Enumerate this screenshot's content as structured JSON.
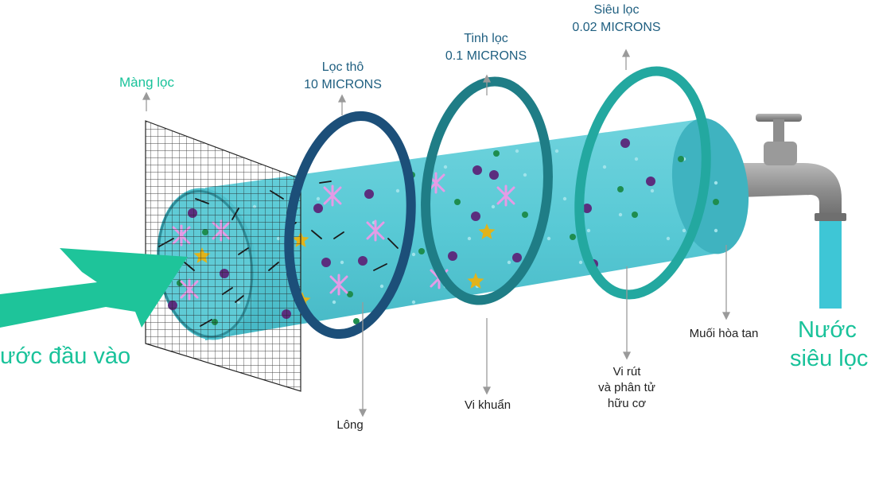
{
  "colors": {
    "tube": "#57c9d5",
    "tube_end": "#4ec1cd",
    "tube_shade": "#3fb3c0",
    "ring_coarse": "#1c4f79",
    "ring_fine": "#1f7d86",
    "ring_ultra": "#23a8a0",
    "arrow": "#1ec49a",
    "tap": "#8a8a8a",
    "water_out": "#3ec6d6",
    "purple_particle": "#5b2e7e",
    "green_particle": "#1e8d4f",
    "pink_particle": "#e59be6",
    "yellow_particle": "#e2b31a",
    "label_teal": "#19c29a",
    "label_blue": "#1f5f80"
  },
  "icons": [
    "inlet-arrow-icon",
    "mesh-screen-icon",
    "faucet-icon",
    "water-stream-icon"
  ],
  "labels": {
    "mesh": "Màng lọc",
    "inlet": "ước đầu vào",
    "coarse": {
      "name": "Lọc thô",
      "size": "10 MICRONS"
    },
    "fine": {
      "name": "Tinh lọc",
      "size": "0.1 MICRONS"
    },
    "ultra": {
      "name": "Siêu lọc",
      "size": "0.02 MICRONS"
    },
    "hair": "Lông",
    "bacteria": "Vi khuẩn",
    "virus": [
      "Vi rút",
      "và phân tử",
      "hữu cơ"
    ],
    "salt": "Muối hòa tan",
    "output": [
      "Nước",
      "siêu lọc"
    ]
  }
}
